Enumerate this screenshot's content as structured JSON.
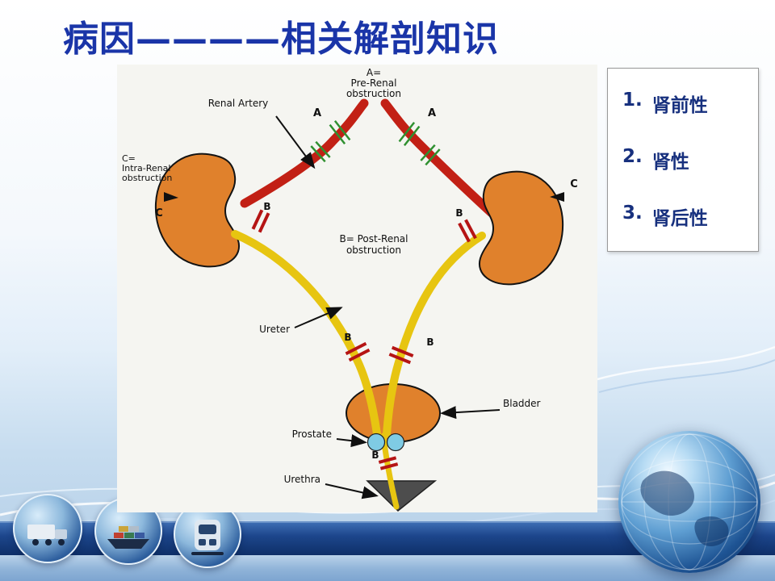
{
  "title": "病因————相关解剖知识",
  "legend": {
    "items": [
      {
        "number": "1.",
        "label": "肾前性"
      },
      {
        "number": "2.",
        "label": "肾性"
      },
      {
        "number": "3.",
        "label": "肾后性"
      }
    ]
  },
  "diagram": {
    "labels": {
      "a_eq": "A=",
      "pre_renal": "Pre-Renal",
      "obstruction_a": "obstruction",
      "renal_artery": "Renal Artery",
      "c_eq": "C=",
      "intra_renal": "Intra-Renal",
      "obstruction_c": "obstruction",
      "post_renal": "B= Post-Renal",
      "obstruction_b": "obstruction",
      "ureter": "Ureter",
      "bladder": "Bladder",
      "prostate": "Prostate",
      "urethra": "Urethra"
    },
    "markers": {
      "a": "A",
      "b": "B",
      "c": "C"
    },
    "colors": {
      "kidney": "#e0812c",
      "artery": "#c22015",
      "ureter": "#e7c511",
      "clamp": "#2f9030",
      "bladder": "#e0812c",
      "prostate": "#7fcbe4",
      "funnel": "#4d4d4d"
    }
  }
}
